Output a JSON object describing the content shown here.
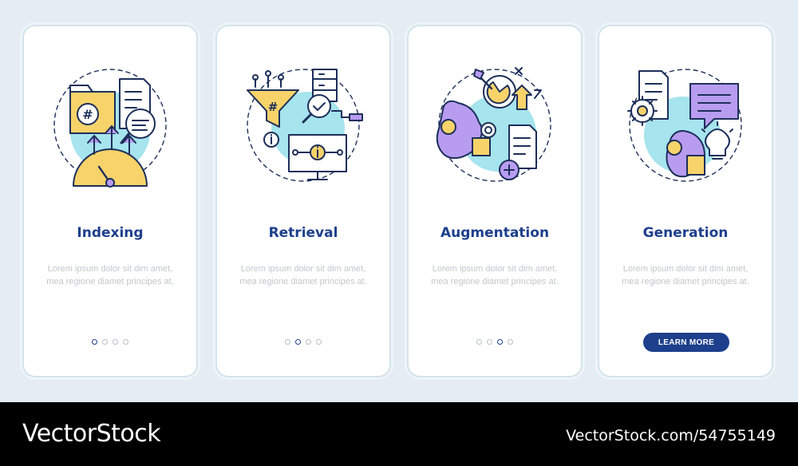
{
  "cards": [
    {
      "title": "Indexing",
      "description": "Lorem ipsum dolor sit dim amet, mea regione diamet principes at.",
      "active_dot": 1
    },
    {
      "title": "Retrieval",
      "description": "Lorem ipsum dolor sit dim amet, mea regione diamet principes at.",
      "active_dot": 2
    },
    {
      "title": "Augmentation",
      "description": "Lorem ipsum dolor sit dim amet, mea regione diamet principes at.",
      "active_dot": 3
    },
    {
      "title": "Generation",
      "description": "Lorem ipsum dolor sit dim amet, mea regione diamet principes at.",
      "button_label": "LEARN MORE"
    }
  ],
  "page_indicator": {
    "total": 4
  },
  "footer": {
    "brand": "VectorStock",
    "reference": "VectorStock.com/54755149"
  },
  "colors": {
    "accent": "#1d3f8c",
    "circle_fill": "#a6e4ee",
    "yellow": "#f7d36a",
    "purple": "#b89cf0",
    "outline": "#1d2f5a",
    "background": "#e4edf3"
  },
  "icons": [
    "indexing-illustration",
    "retrieval-illustration",
    "augmentation-illustration",
    "generation-illustration"
  ]
}
